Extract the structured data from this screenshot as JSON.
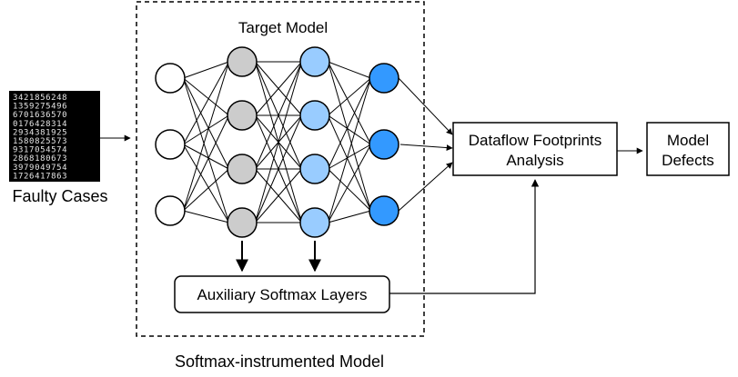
{
  "labels": {
    "target_model": "Target Model",
    "faulty_cases": "Faulty Cases",
    "dataflow_line1": "Dataflow Footprints",
    "dataflow_line2": "Analysis",
    "defects_line1": "Model",
    "defects_line2": "Defects",
    "auxiliary": "Auxiliary Softmax Layers",
    "instrumented": "Softmax-instrumented Model"
  },
  "faulty_digits": [
    "3421856248",
    "1359275496",
    "6701636570",
    "0176428314",
    "2934381925",
    "1580825573",
    "9317054574",
    "2868180673",
    "3979049754",
    "1726417863"
  ],
  "network": {
    "layers": [
      {
        "name": "input",
        "nodes": 3,
        "fill": "#ffffff"
      },
      {
        "name": "hidden-1",
        "nodes": 4,
        "fill": "#cccccc"
      },
      {
        "name": "hidden-2",
        "nodes": 4,
        "fill": "#99ccff"
      },
      {
        "name": "output",
        "nodes": 3,
        "fill": "#3399ff"
      }
    ]
  },
  "colors": {
    "input_node": "#ffffff",
    "hidden1_node": "#cccccc",
    "hidden2_node": "#99ccff",
    "output_node": "#3399ff",
    "faulty_tile": "#000000"
  }
}
